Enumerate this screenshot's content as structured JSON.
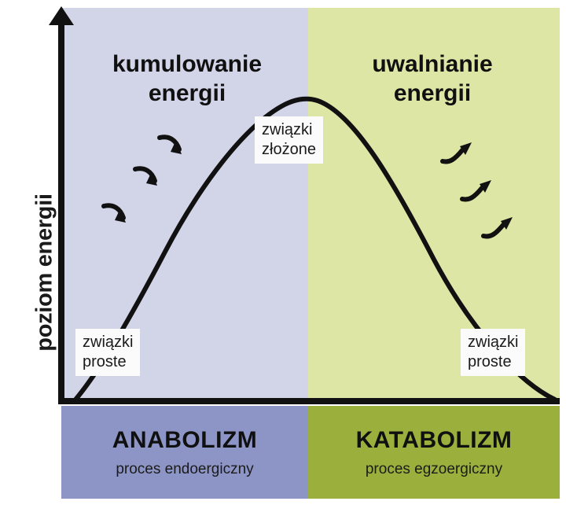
{
  "diagram": {
    "axis": {
      "y_label": "poziom energii",
      "y_arrow_icon": "arrow-up-icon"
    },
    "regions": [
      {
        "id": "anabolism",
        "title_line1": "kumulowanie",
        "title_line2": "energii",
        "fill_color": "#d2d4e8",
        "arrow_icon": "curly-arrow-down-icon",
        "arrow_count": 3,
        "arrow_direction": "down-right"
      },
      {
        "id": "catabolism",
        "title_line1": "uwalnianie",
        "title_line2": "energii",
        "fill_color": "#dde6a4",
        "arrow_icon": "curly-arrow-up-icon",
        "arrow_count": 3,
        "arrow_direction": "up-right"
      }
    ],
    "callouts": {
      "complex": {
        "line1": "związki",
        "line2": "złożone"
      },
      "simple_left": {
        "line1": "związki",
        "line2": "proste"
      },
      "simple_right": {
        "line1": "związki",
        "line2": "proste"
      }
    },
    "bands": [
      {
        "id": "anabolizm",
        "title": "ANABOLIZM",
        "subtitle": "proces endoergiczny",
        "fill_color": "#8d95c6"
      },
      {
        "id": "katabolizm",
        "title": "KATABOLIZM",
        "subtitle": "proces egzoergiczny",
        "fill_color": "#9bb03c"
      }
    ],
    "curve": {
      "stroke_color": "#111111",
      "description": "energy-level-curve"
    }
  },
  "chart_data": {
    "type": "line",
    "title": "",
    "xlabel": "",
    "ylabel": "poziom energii",
    "x": [
      0,
      10,
      20,
      30,
      40,
      50,
      60,
      70,
      80,
      90,
      100
    ],
    "values": [
      0,
      28,
      54,
      75,
      90,
      100,
      95,
      82,
      62,
      35,
      0
    ],
    "categories": [
      "ANABOLIZM",
      "KATABOLIZM"
    ],
    "annotations": [
      "związki proste",
      "związki złożone",
      "związki proste",
      "kumulowanie energii",
      "uwalnianie energii"
    ],
    "grid": false,
    "legend": "none"
  }
}
